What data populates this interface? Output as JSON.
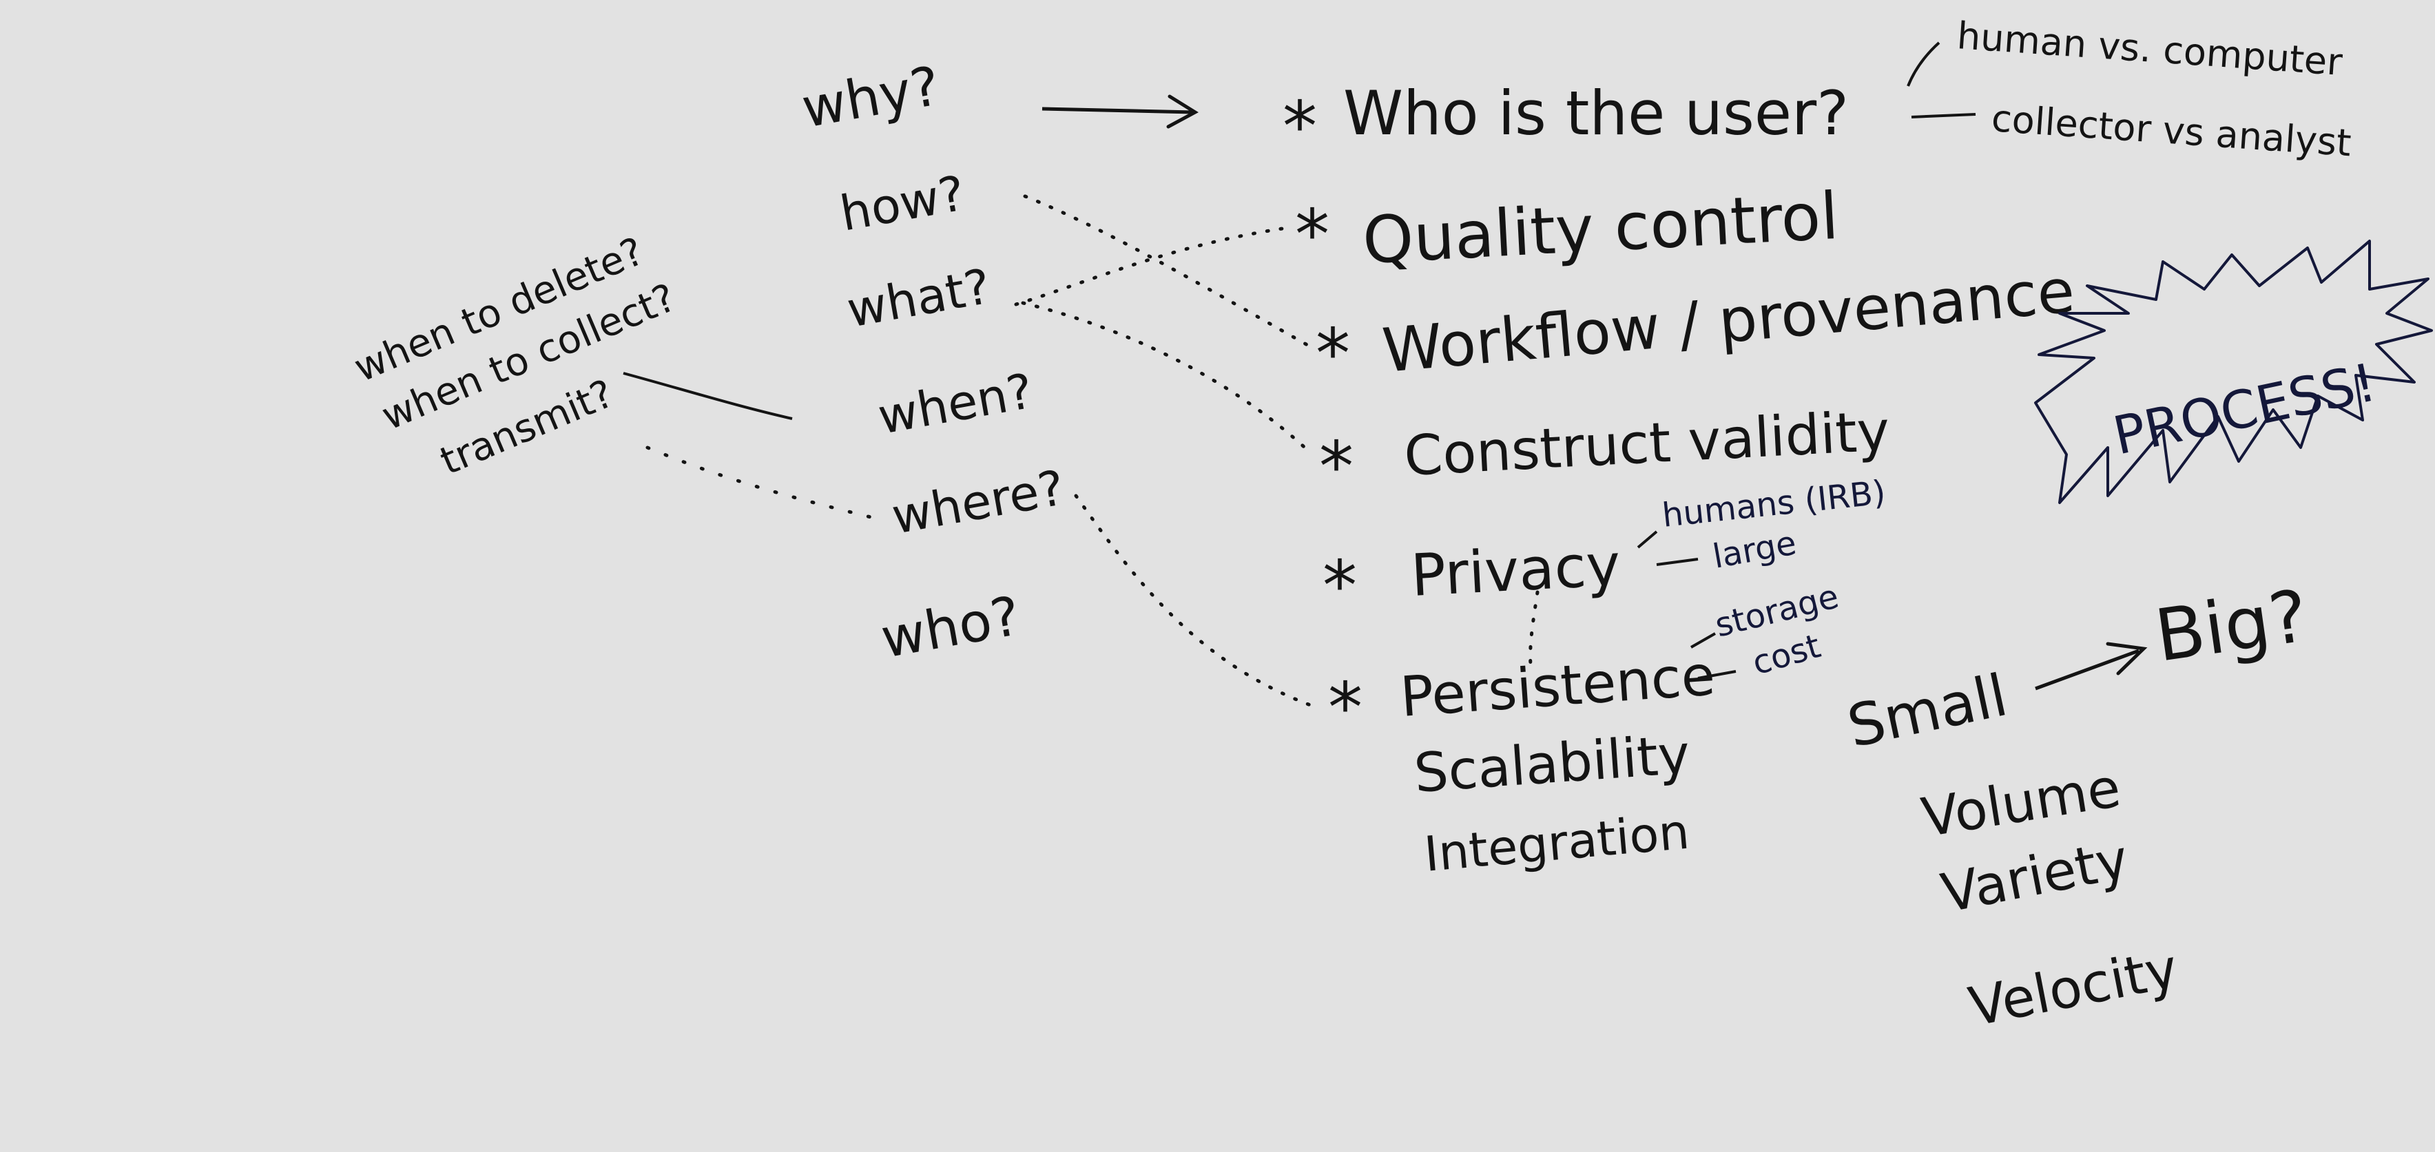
{
  "questions": {
    "why": "why?",
    "how": "how?",
    "what": "what?",
    "when": "when?",
    "where": "where?",
    "who": "who?"
  },
  "left_notes": {
    "delete": "when to delete?",
    "collect": "when to collect?",
    "transmit": "transmit?"
  },
  "topics": {
    "bullet": "*",
    "user": "Who is the user?",
    "quality": "Quality control",
    "workflow": "Workflow / provenance",
    "construct": "Construct validity",
    "privacy": "Privacy",
    "persistence": "Persistence",
    "scalability": "Scalability",
    "integration": "Integration"
  },
  "user_branches": {
    "human": "human vs. computer",
    "collector": "collector vs analyst"
  },
  "privacy_branches": {
    "irb": "humans (IRB)",
    "large": "large"
  },
  "persistence_branches": {
    "storage": "storage",
    "cost": "cost"
  },
  "process_burst": "PROCESS!",
  "size": {
    "small": "Small",
    "big": "Big?"
  },
  "vs": {
    "volume": "Volume",
    "variety": "Variety",
    "velocity": "Velocity"
  },
  "colors": {
    "background": "#e2e2e2",
    "ink": "#141414",
    "blue_ink": "#14183a"
  }
}
